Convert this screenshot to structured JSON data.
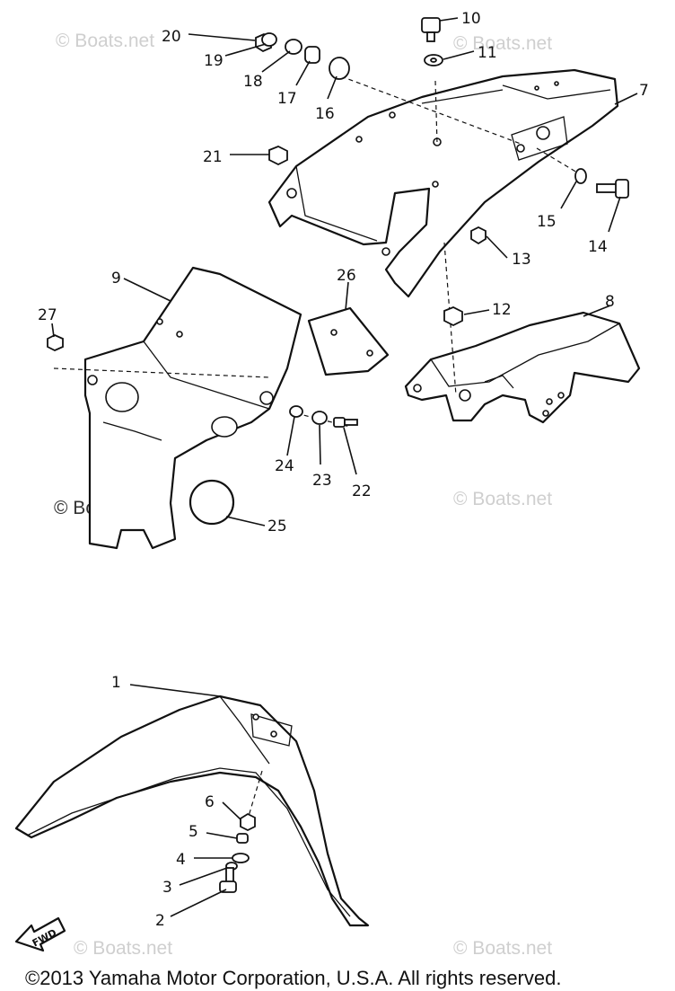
{
  "callouts": [
    "1",
    "2",
    "3",
    "4",
    "5",
    "6",
    "7",
    "8",
    "9",
    "10",
    "11",
    "12",
    "13",
    "14",
    "15",
    "16",
    "17",
    "18",
    "19",
    "20",
    "21",
    "22",
    "23",
    "24",
    "25",
    "26",
    "27"
  ],
  "fwd_label": "FWD",
  "watermark": "© Boats.net",
  "copyright": "©2013 Yamaha Motor Corporation, U.S.A. All rights reserved."
}
